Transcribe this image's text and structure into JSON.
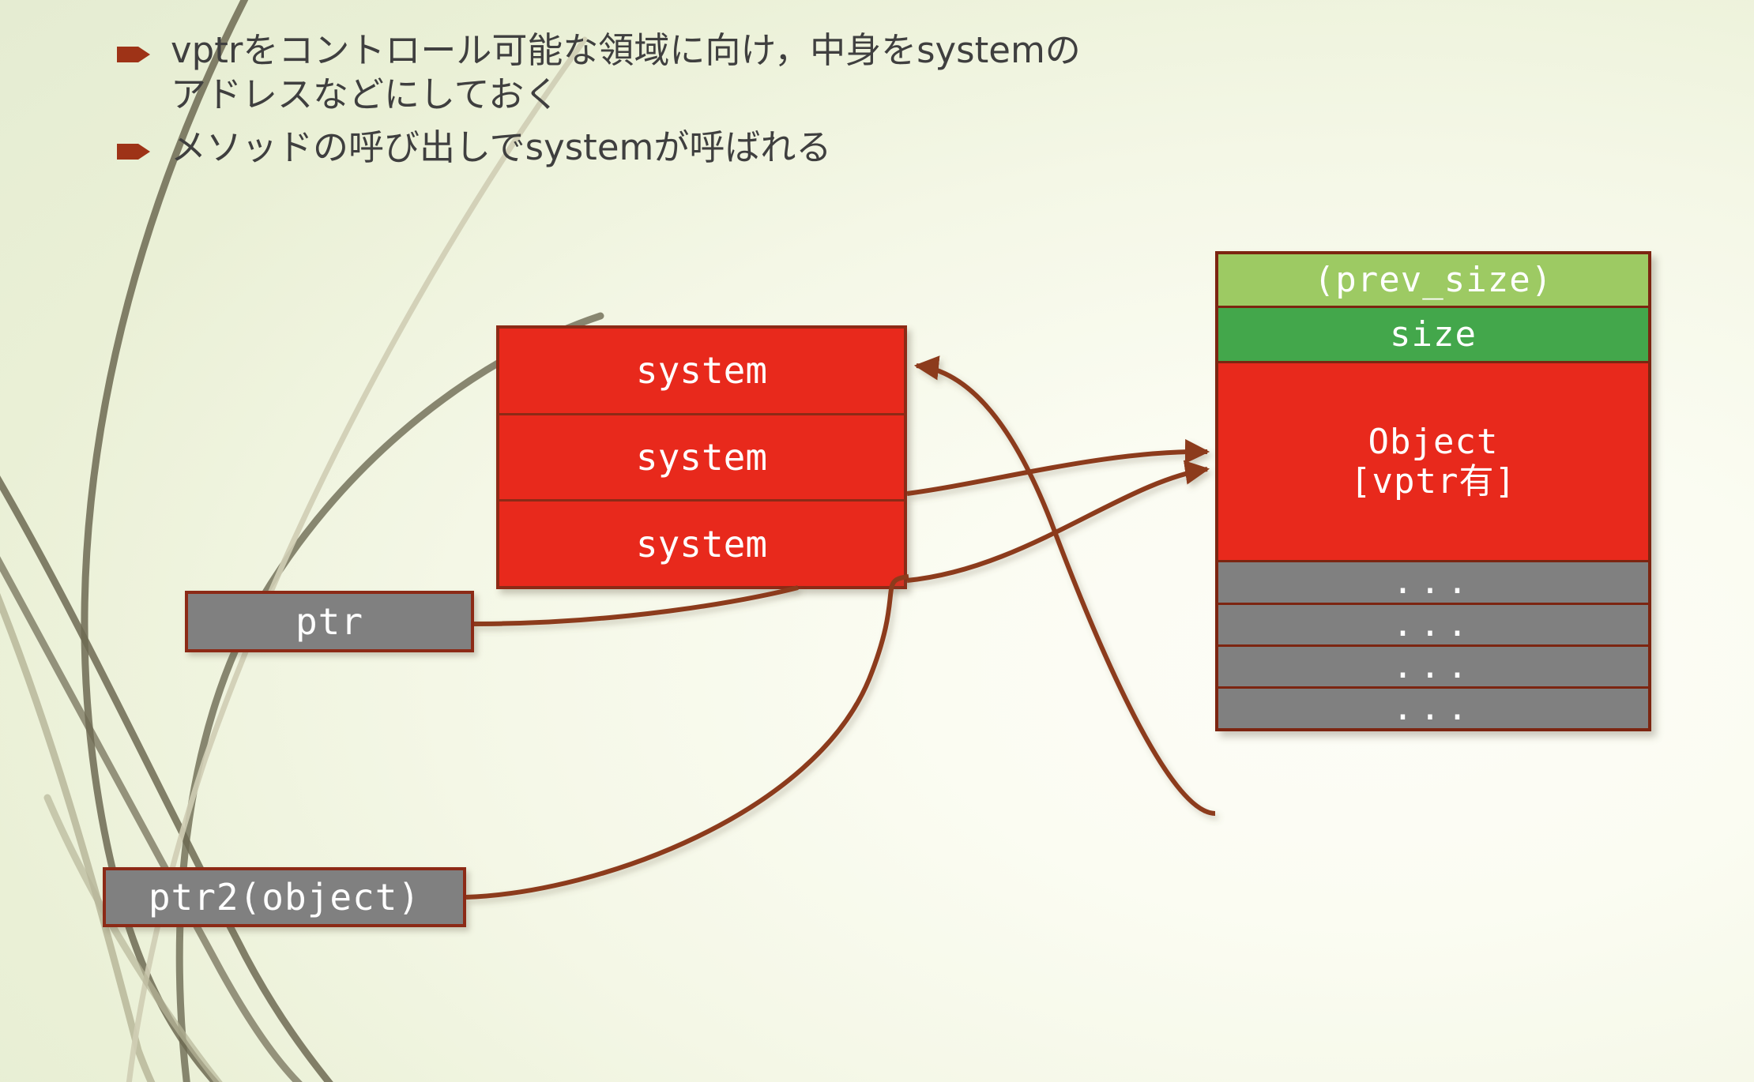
{
  "slide": {
    "background_color": "#eaf0d6",
    "accent_color": "#8c2a16"
  },
  "bullets": [
    {
      "marker": "arrow-bullet-icon",
      "text": "vptrをコントロール可能な領域に向け，中身をsystemの\nアドレスなどにしておく"
    },
    {
      "marker": "arrow-bullet-icon",
      "text": "メソッドの呼び出しでsystemが呼ばれる"
    }
  ],
  "diagram": {
    "vtable": {
      "name": "vtable",
      "fill": "#e8291c",
      "rows": [
        {
          "label": "system"
        },
        {
          "label": "system"
        },
        {
          "label": "system"
        }
      ]
    },
    "pointers": [
      {
        "id": "ptr",
        "label": "ptr",
        "fill": "#808080"
      },
      {
        "id": "ptr2",
        "label": "ptr2(object)",
        "fill": "#808080"
      }
    ],
    "heap": {
      "name": "heap-chunk",
      "rows": [
        {
          "label": "(prev_size)",
          "fill": "#9dca63",
          "kind": "prev"
        },
        {
          "label": "size",
          "fill": "#43a74b",
          "kind": "size"
        },
        {
          "label": "Object\n[vptr有]",
          "fill": "#e8291c",
          "kind": "obj"
        },
        {
          "label": "...",
          "fill": "#808080",
          "kind": "dots"
        },
        {
          "label": "...",
          "fill": "#808080",
          "kind": "dots"
        },
        {
          "label": "...",
          "fill": "#808080",
          "kind": "dots"
        },
        {
          "label": "...",
          "fill": "#808080",
          "kind": "dots"
        }
      ]
    },
    "connectors": [
      {
        "id": "heap-to-vtable",
        "from": "heap-object",
        "to": "vtable-row-1",
        "arrowhead": "left"
      },
      {
        "id": "vtable-to-heap-a",
        "from": "vtable-row-3",
        "to": "heap-object",
        "arrowhead": "right"
      },
      {
        "id": "vtable-to-heap-b",
        "from": "vtable-row-3-bottom",
        "to": "heap-object",
        "arrowhead": "right"
      },
      {
        "id": "ptr-to-vtable",
        "from": "ptr",
        "to": "vtable-bottom",
        "arrowhead": "none"
      },
      {
        "id": "ptr2-to-vtable",
        "from": "ptr2",
        "to": "vtable-right",
        "arrowhead": "none"
      }
    ]
  }
}
